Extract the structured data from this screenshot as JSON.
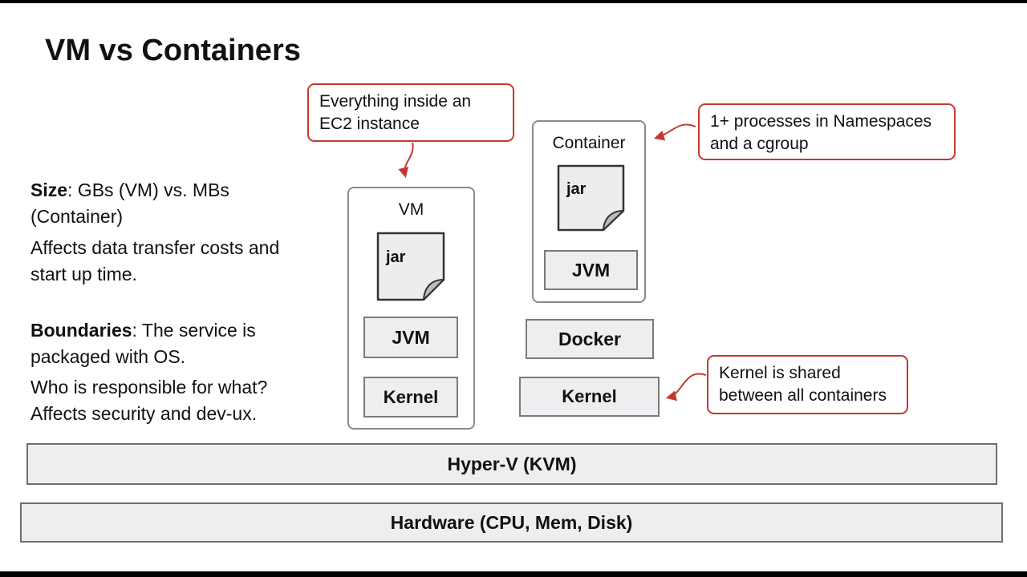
{
  "slide": {
    "title": "VM vs Containers",
    "colors": {
      "accent_red": "#c4392f",
      "layer_fill": "#edeef0",
      "layer_border": "#7a7a7a"
    },
    "left_notes": {
      "size_label": "Size",
      "size_rest": ": GBs (VM) vs. MBs (Container)",
      "size_detail": "Affects data transfer costs and start up time.",
      "boundaries_label": "Boundaries",
      "boundaries_rest": ": The service is packaged with OS.",
      "boundaries_detail": "Who is responsible for what? Affects security and dev-ux."
    },
    "callouts": {
      "ec2": "Everything inside an EC2 instance",
      "namespaces": "1+ processes in Namespaces and a cgroup",
      "kernel_shared": "Kernel is shared between all containers"
    },
    "vm_stack": {
      "label": "VM",
      "artifact": "jar",
      "layers": [
        "JVM",
        "Kernel"
      ]
    },
    "container_stack": {
      "label": "Container",
      "artifact": "jar",
      "inner_layer": "JVM",
      "outer_layers": [
        "Docker",
        "Kernel"
      ]
    },
    "base_layers": {
      "hypervisor": "Hyper-V (KVM)",
      "hardware": "Hardware (CPU, Mem, Disk)"
    }
  }
}
